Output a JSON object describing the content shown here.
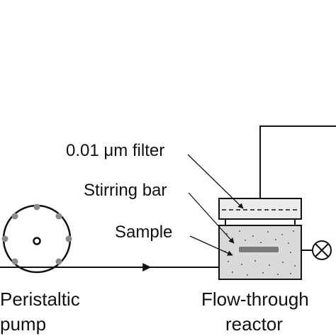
{
  "labels": {
    "filter": "0.01 μm filter",
    "stirring_bar": "Stirring bar",
    "sample": "Sample",
    "pump_line1": "Peristaltic",
    "pump_line2": "pump",
    "reactor_line1": "Flow-through",
    "reactor_line2": "reactor"
  },
  "colors": {
    "line": "#111111",
    "pump_peg": "#8a8a8a",
    "sample_fill": "#d9d9d9",
    "cap_fill": "#ebebeb",
    "stir_bar": "#7a7a7a"
  }
}
